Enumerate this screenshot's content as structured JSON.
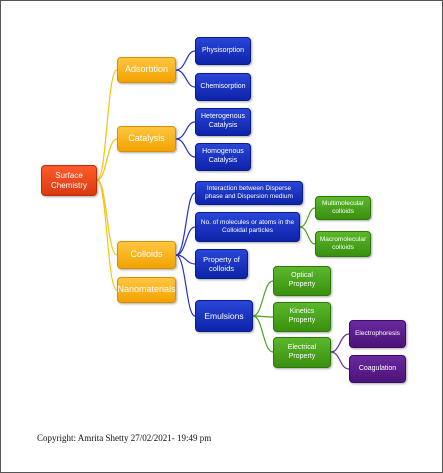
{
  "diagram": {
    "root": "Surface Chemistry",
    "categories": {
      "adsorbtion": "Adsorbtion",
      "catalysis": "Catalysis",
      "colloids": "Colloids",
      "nanomaterials": "Nanomaterials"
    },
    "adsorbtion_children": {
      "physisorption": "Physisorption",
      "chemisorption": "Chemisorption"
    },
    "catalysis_children": {
      "heterogenous": "Heterogenous Catalysis",
      "homogenous": "Homogenous Catalysis"
    },
    "colloids_children": {
      "interaction": "Interaction between Disperse phase and Dispersion medium",
      "molecules": "No. of molecules or atoms in the Colloidal particles",
      "property": "Property of colloids",
      "emulsions": "Emulsions"
    },
    "molecules_children": {
      "multimolecular": "Multimolecular colloids",
      "macromolecular": "Macromolecular colloids"
    },
    "emulsion_children": {
      "optical": "Optical Property",
      "kinetics": "Kinetics Property",
      "electrical": "Electrical Property"
    },
    "electrical_children": {
      "electrophoresis": "Electrophoresis",
      "coagulation": "Coagulation"
    }
  },
  "colors": {
    "root": "#e8481c",
    "category": "#f7b21b",
    "level2": "#1a33c4",
    "level3": "#4ba31d",
    "level4": "#5a1c8c",
    "connector_root": "#f5c211",
    "connector_blue": "#2433c8",
    "connector_green": "#4ba31d",
    "connector_purple": "#6a2a9e"
  },
  "footer": {
    "copyright": "Copyright: Amrita Shetty 27/02/2021- 19:49 pm"
  }
}
